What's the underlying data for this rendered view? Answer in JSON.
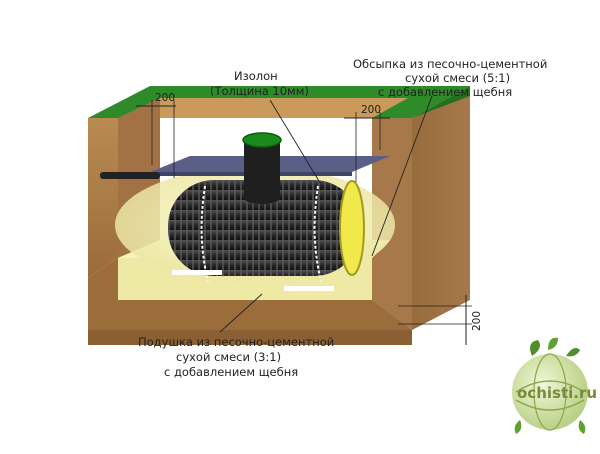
{
  "labels": {
    "izolon_line1": "Изолон",
    "izolon_line2": "(Толщина 10мм)",
    "obsypka_line1": "Обсыпка из песочно-цементной",
    "obsypka_line2": "сухой смеси (5:1)",
    "obsypka_line3": "с добавлением щебня",
    "podushka_line1": "Подушка из песочно-цементной",
    "podushka_line2": "сухой смеси (3:1)",
    "podushka_line3": "с добавлением щебня"
  },
  "dimensions": {
    "left_gap": "200",
    "right_gap": "200",
    "cushion_height": "200"
  },
  "logo": {
    "text": "ochisti.ru",
    "icon": "globe-leaf-icon"
  },
  "colors": {
    "soil": "#b0834d",
    "grass": "#2f8a2a",
    "pipe": "#2a2a2a",
    "sand_bed": "#f1f1b8",
    "insulation": "#5a5f88",
    "glow": "#fff6a0"
  }
}
